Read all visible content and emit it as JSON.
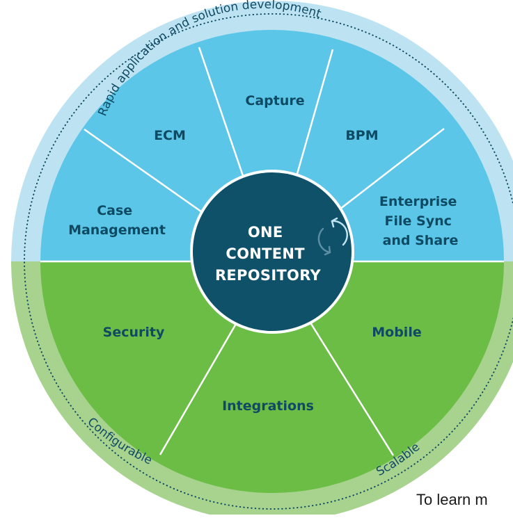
{
  "center": {
    "lines": [
      "ONE",
      "CONTENT",
      "REPOSITORY"
    ]
  },
  "segments_top": [
    {
      "lines": [
        "Case",
        "Management"
      ]
    },
    {
      "lines": [
        "ECM"
      ]
    },
    {
      "lines": [
        "Capture"
      ]
    },
    {
      "lines": [
        "BPM"
      ]
    },
    {
      "lines": [
        "Enterprise",
        "File Sync",
        "and Share"
      ]
    }
  ],
  "segments_bottom": [
    {
      "lines": [
        "Security"
      ]
    },
    {
      "lines": [
        "Integrations"
      ]
    },
    {
      "lines": [
        "Mobile"
      ]
    }
  ],
  "ring": {
    "top": "Rapid application and solution development",
    "bottom_left": "Configurable",
    "bottom_right": "Scalable"
  },
  "footer": {
    "text": "To learn m"
  },
  "colors": {
    "top_ring": "#bde3f2",
    "top_segments": "#5bc6e8",
    "bottom_ring": "#a8d38e",
    "bottom_segments": "#6cbd45",
    "center": "#0e5169",
    "text": "#0f4a63"
  }
}
